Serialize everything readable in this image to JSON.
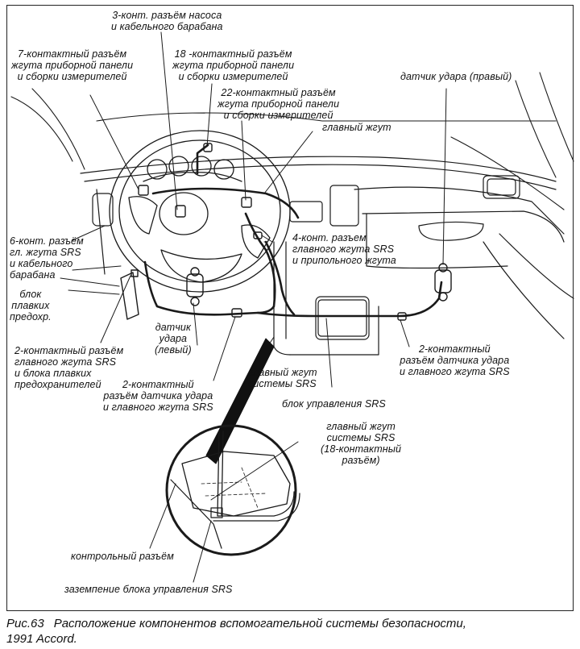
{
  "figure": {
    "number": "Рис.63",
    "caption_line1": "Расположение компонентов вспомогательной системы безопасности,",
    "caption_line2": "1991 Accord."
  },
  "labels": {
    "pump_connector": [
      "3-конт. разъём насоса",
      "и кабельного барабана"
    ],
    "conn7": [
      "7-контактный разъём",
      "жгута приборной панели",
      "и сборки измерителей"
    ],
    "conn18": [
      "18 -контактный разъём",
      "жгута приборной панели",
      "и сборки измерителей"
    ],
    "conn22": [
      "22-контактный разъём",
      "жгута приборной панели",
      "и сборки измерителей"
    ],
    "main_harness": "главный жгут",
    "impact_sensor_right": "датчик удара (правый)",
    "conn6": [
      "6-конт. разъём",
      "гл. жгута SRS",
      "и кабельного",
      "барабана"
    ],
    "fuse_block": [
      "блок",
      "плавких",
      "предохр."
    ],
    "conn4": [
      "4-конт. разъем",
      "главного жгута SRS",
      "и припольного жгута"
    ],
    "impact_sensor_left": [
      "датчик",
      "удара",
      "(левый)"
    ],
    "conn2_fuse": [
      "2-контактный разъём",
      "главного жгута SRS",
      "и блока плавких",
      "предохранителей"
    ],
    "conn2_left_sensor": [
      "2-контактный",
      "разъём датчика удара",
      "и главного жгута SRS"
    ],
    "srs_main_harness": [
      "главный жгут",
      "системы SRS"
    ],
    "srs_control_unit": "блок управления SRS",
    "conn2_right_sensor": [
      "2-контактный",
      "разъём датчика удара",
      "и главного жгута SRS"
    ],
    "inset_srs_harness": [
      "главный жгут",
      "системы SRS",
      "(18-контактный",
      "разъём)"
    ],
    "check_connector": "контрольный разъём",
    "ground": "заземпение блока управления SRS"
  }
}
